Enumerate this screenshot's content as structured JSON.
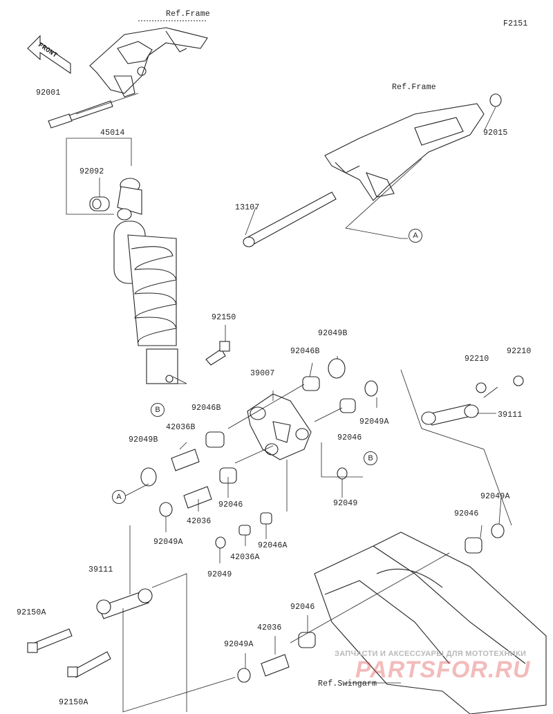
{
  "figure_code": "F2151",
  "front_arrow": "FRONT",
  "ref_frame_top": "Ref.Frame",
  "ref_frame_right": "Ref.Frame",
  "ref_swingarm": "Ref.Swingarm",
  "callouts": {
    "a": "A",
    "b": "B"
  },
  "parts": {
    "p92001": "92001",
    "p45014": "45014",
    "p92092": "92092",
    "p13107": "13107",
    "p92015": "92015",
    "p92150": "92150",
    "p92049B_top": "92049B",
    "p92046B_top": "92046B",
    "p39007": "39007",
    "p92046B_left": "92046B",
    "p42036B": "42036B",
    "p92049B_left": "92049B",
    "p92049A_mid": "92049A",
    "p92046_mid": "92046",
    "p92210_a": "92210",
    "p92210_b": "92210",
    "p39111_right": "39111",
    "p92049": "92049",
    "p92046_left": "92046",
    "p42036": "42036",
    "p92049A_left": "92049A",
    "p92046A": "92046A",
    "p42036A": "42036A",
    "p92049_low": "92049",
    "p92049A_right": "92049A",
    "p92046_right": "92046",
    "p39111_left": "39111",
    "p92150A_top": "92150A",
    "p92150A_bottom": "92150A",
    "p42036_low": "42036",
    "p92046_low": "92046",
    "p92049A_low": "92049A"
  },
  "watermark": {
    "line1": "ЗАПЧАСТИ И АКСЕССУАРЫ ДЛЯ МОТОТЕХНИКИ",
    "line2": "PARTSFOR.RU"
  }
}
